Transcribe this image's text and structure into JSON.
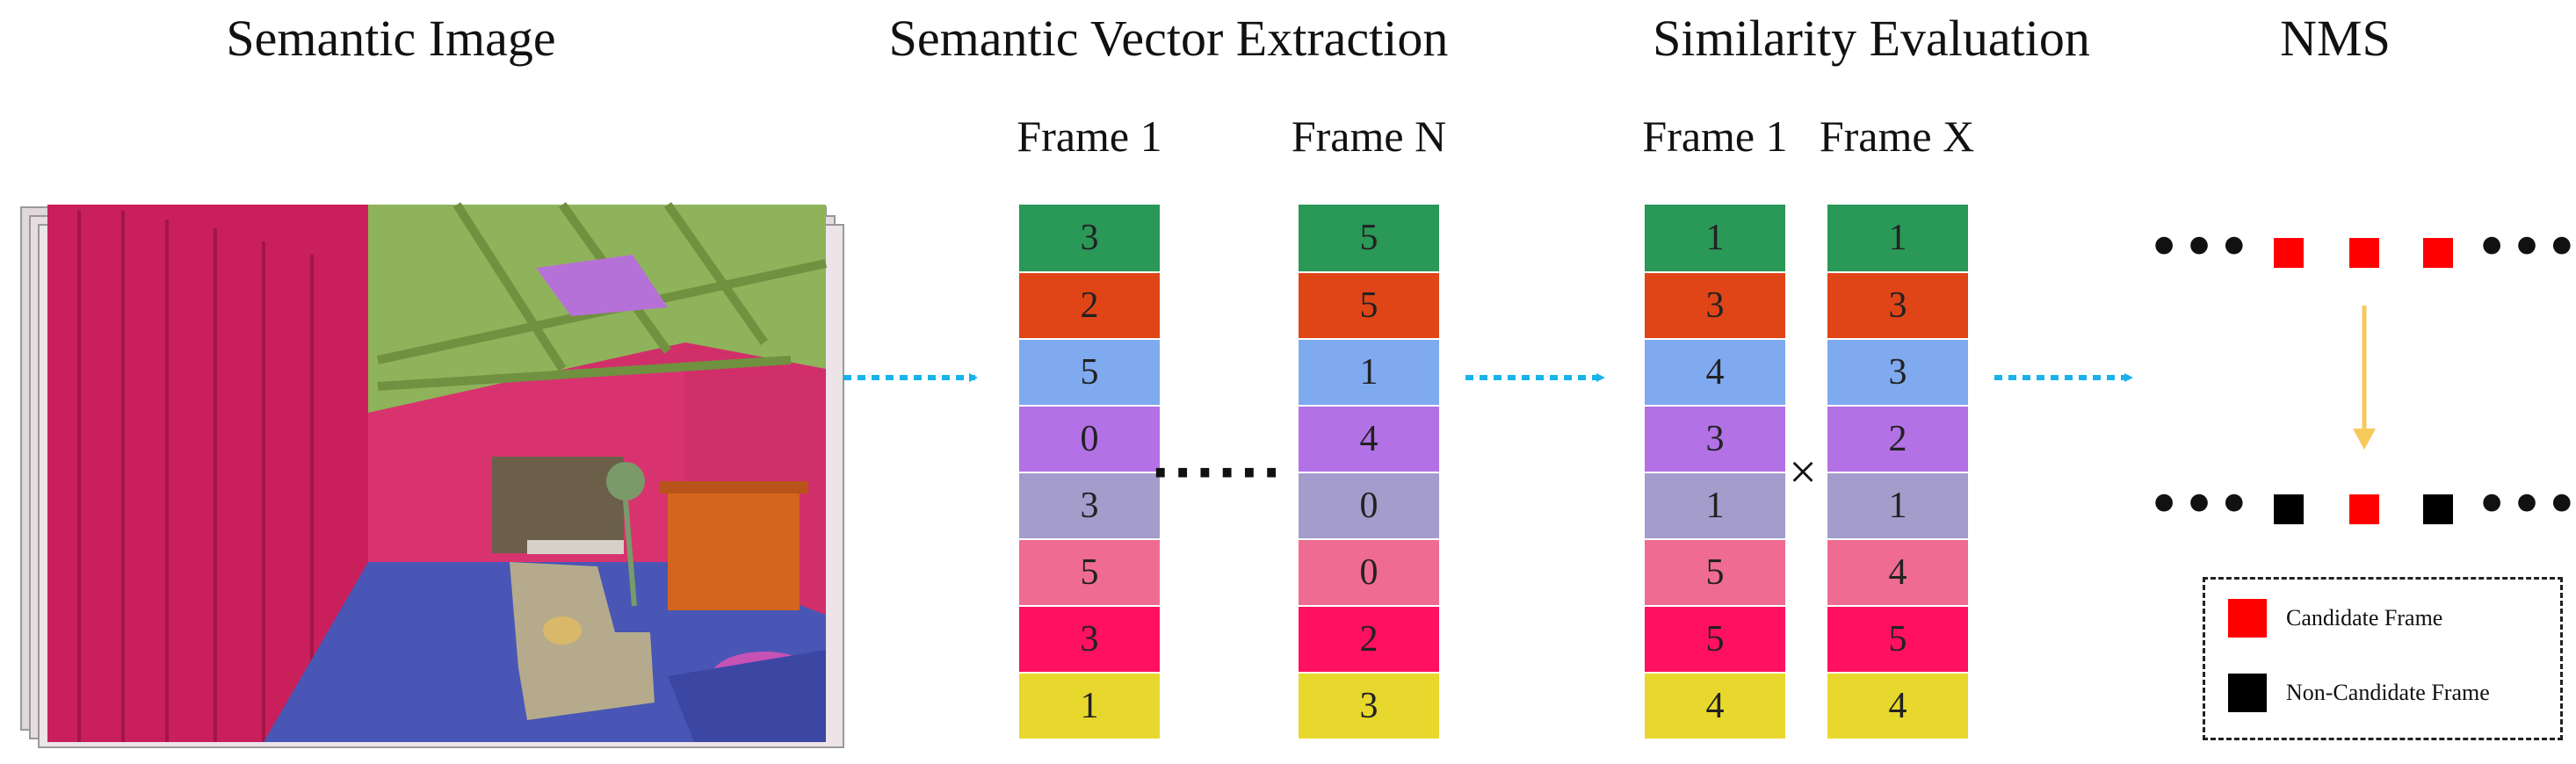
{
  "titles": {
    "semantic_image": "Semantic Image",
    "vector_extraction": "Semantic Vector Extraction",
    "similarity_evaluation": "Similarity Evaluation",
    "nms": "NMS"
  },
  "frame_labels": {
    "extraction_first": "Frame 1",
    "extraction_last": "Frame N",
    "similarity_first": "Frame 1",
    "similarity_second": "Frame X"
  },
  "row_colors": [
    "#2a9857",
    "#e04517",
    "#7faaf0",
    "#b371e6",
    "#a49ccb",
    "#f06b92",
    "#ff1060",
    "#e8d82e"
  ],
  "vectors": {
    "frame_1": [
      "3",
      "2",
      "5",
      "0",
      "3",
      "5",
      "3",
      "1"
    ],
    "frame_n": [
      "5",
      "5",
      "1",
      "4",
      "0",
      "0",
      "2",
      "3"
    ],
    "sim_frame_1": [
      "1",
      "3",
      "4",
      "3",
      "1",
      "5",
      "5",
      "4"
    ],
    "sim_frame_x": [
      "1",
      "3",
      "3",
      "2",
      "1",
      "4",
      "5",
      "4"
    ]
  },
  "symbols": {
    "ellipsis_between_frames": "......",
    "multiply": "×",
    "nms_dots": "•••"
  },
  "nms": {
    "candidate_color": "#ff0000",
    "non_candidate_color": "#000000",
    "arrow_color": "#f7c95b"
  },
  "arrow_color": "#1ab2ea",
  "legend": {
    "candidate": "Candidate Frame",
    "non_candidate": "Non-Candidate Frame"
  }
}
